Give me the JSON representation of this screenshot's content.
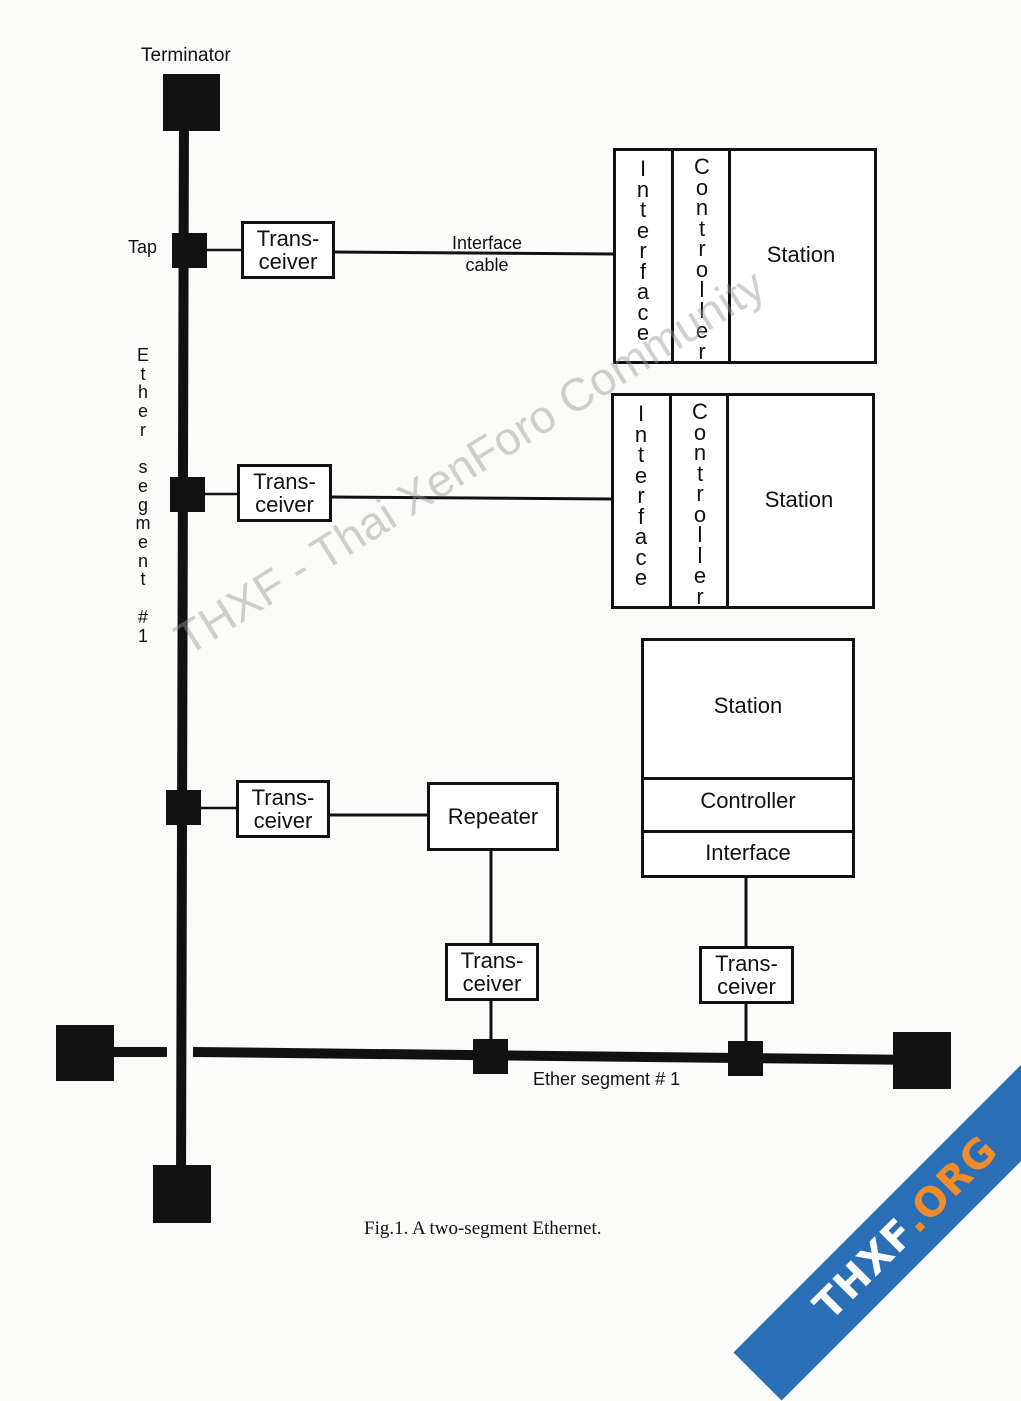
{
  "labels": {
    "terminator": "Terminator",
    "tap": "Tap",
    "interface_cable": "Interface\ncable",
    "ether_segment_vertical": "Ether segment #1",
    "ether_segment_horizontal": "Ether segment # 1"
  },
  "transceiver_label": "Trans-\nceiver",
  "repeater_label": "Repeater",
  "station_label": "Station",
  "controller_label": "Controller",
  "interface_label": "Interface",
  "caption": "Fig.1. A two-segment Ethernet.",
  "watermark": "THXF - Thai XenForo Community",
  "ribbon": {
    "main": "THXF",
    "accent": ".ORG"
  },
  "colors": {
    "ink": "#111111",
    "ribbon_blue": "#2a6fb5",
    "ribbon_orange": "#f28c28"
  }
}
